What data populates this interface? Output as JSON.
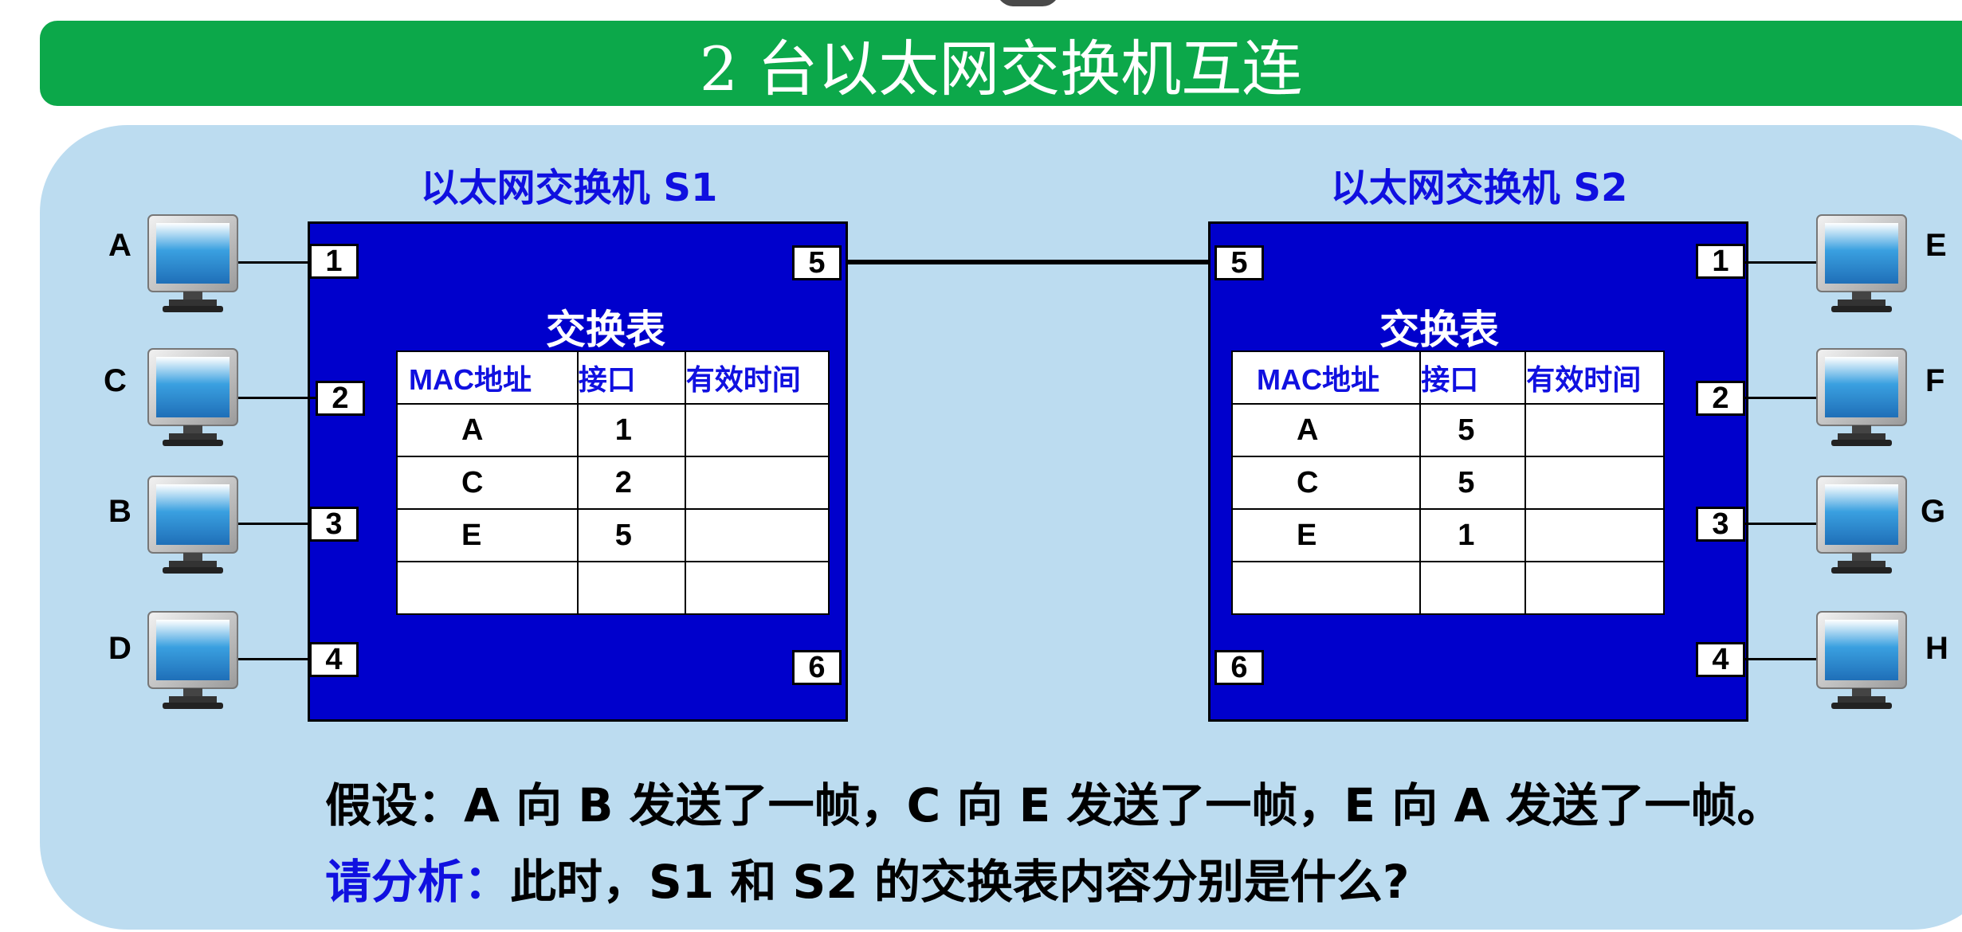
{
  "title": "2 台以太网交换机互连",
  "switches": [
    {
      "name": "以太网交换机 S1",
      "table_title": "交换表",
      "headers": [
        "MAC地址",
        "接口",
        "有效时间"
      ],
      "rows": [
        [
          "A",
          "1",
          ""
        ],
        [
          "C",
          "2",
          ""
        ],
        [
          "E",
          "5",
          ""
        ],
        [
          "",
          "",
          ""
        ]
      ]
    },
    {
      "name": "以太网交换机 S2",
      "table_title": "交换表",
      "headers": [
        "MAC地址",
        "接口",
        "有效时间"
      ],
      "rows": [
        [
          "A",
          "5",
          ""
        ],
        [
          "C",
          "5",
          ""
        ],
        [
          "E",
          "1",
          ""
        ],
        [
          "",
          "",
          ""
        ]
      ]
    }
  ],
  "ports": {
    "s1": [
      "1",
      "2",
      "3",
      "4",
      "5",
      "6"
    ],
    "s2": [
      "5",
      "1",
      "2",
      "3",
      "4",
      "6"
    ]
  },
  "hosts_left": [
    "A",
    "C",
    "B",
    "D"
  ],
  "hosts_right": [
    "E",
    "F",
    "G",
    "H"
  ],
  "question": "假设：A 向 B 发送了一帧，C 向 E 发送了一帧，E 向 A 发送了一帧。",
  "prompt_label": "请分析：",
  "prompt_text": "此时，S1 和 S2 的交换表内容分别是什么?",
  "colors": {
    "title_bar": "#0ca84a",
    "panel": "#bcdcf0",
    "switch": "#0000cc",
    "accent_text": "#1010e0"
  }
}
